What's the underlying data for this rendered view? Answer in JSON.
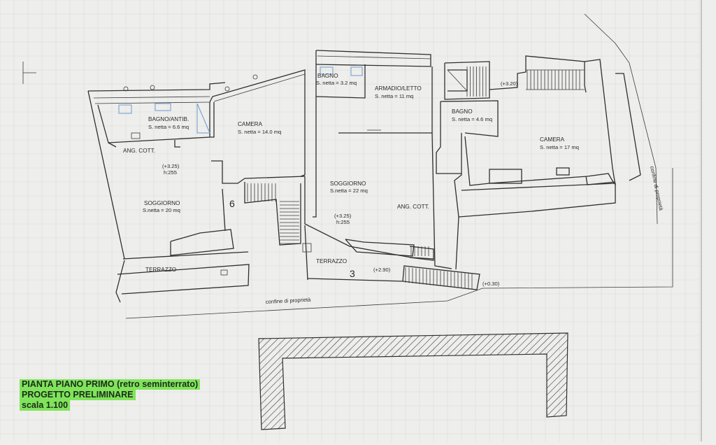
{
  "rooms": {
    "bagno_antib": {
      "name": "BAGNO/ANTIB.",
      "area": "S. netta = 6.6 mq"
    },
    "camera_1": {
      "name": "CAMERA",
      "area": "S. netta = 14.0 mq"
    },
    "ang_cott_1": {
      "name": "ANG. COTT."
    },
    "level_1": {
      "height_mark": "(+3.25)",
      "ceiling": "h:255"
    },
    "soggiorno_1": {
      "name": "SOGGIORNO",
      "area": "S.netta = 20 mq"
    },
    "terrazzo_1": {
      "name": "TERRAZZO"
    },
    "bagno_2": {
      "name": "BAGNO",
      "area": "S. netta = 3.2 mq"
    },
    "armadio_letto": {
      "name": "ARMADIO/LETTO",
      "area": "S. netta = 11 mq"
    },
    "soggiorno_2": {
      "name": "SOGGIORNO",
      "area": "S.netta = 22 mq"
    },
    "ang_cott_2": {
      "name": "ANG. COTT."
    },
    "level_2": {
      "height_mark": "(+3.25)",
      "ceiling": "h:255"
    },
    "terrazzo_2": {
      "name": "TERRAZZO",
      "level": "(+2.90)"
    },
    "bagno_3": {
      "name": "BAGNO",
      "area": "S. netta = 4.6 mq"
    },
    "camera_3": {
      "name": "CAMERA",
      "area": "S. netta = 17 mq"
    }
  },
  "unit_numbers": {
    "unit_6": "6",
    "unit_3": "3"
  },
  "levels": {
    "stair_top": "(+3.20)",
    "stair_bottom": "(+0.30)"
  },
  "property_line": {
    "bottom": "confine di proprietà",
    "side": "confine di proprietà"
  },
  "legend": {
    "line1": "PIANTA PIANO PRIMO (retro seminterrato)",
    "line2": "PROGETTO PRELIMINARE",
    "line3": "scala 1.100"
  },
  "colors": {
    "paper": "#eeeeec",
    "ink": "#2f2f2f",
    "fixture_blue": "#6f9ad0",
    "highlight": "#7fe45a"
  }
}
